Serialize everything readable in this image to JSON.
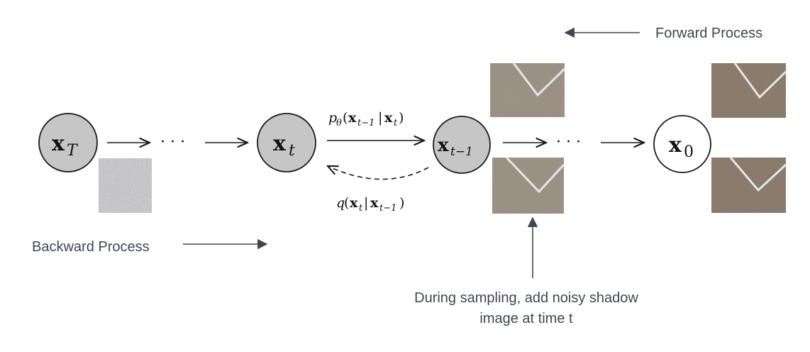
{
  "labels": {
    "forward": "Forward Process",
    "backward": "Backward Process",
    "sampling_line1": "During sampling, add noisy shadow",
    "sampling_line2": "image at time t"
  },
  "nodes": {
    "xT": {
      "base": "x",
      "sub": "T",
      "fill": "#c6c6c6"
    },
    "xt": {
      "base": "x",
      "sub": "t",
      "fill": "#c6c6c6"
    },
    "xtm1": {
      "base": "x",
      "sub": "t−1",
      "fill": "#c6c6c6"
    },
    "x0": {
      "base": "x",
      "sub": "0",
      "fill": "#ffffff"
    }
  },
  "ellipsis": "· · ·",
  "formulas": {
    "p": {
      "fn": "p",
      "fnsub": "θ",
      "open": "(",
      "a": "x",
      "asub": "t−1",
      "bar": "|",
      "b": "x",
      "bsub": "t",
      "close": ")"
    },
    "q": {
      "fn": "q",
      "open": "(",
      "a": "x",
      "asub": "t",
      "bar": "|",
      "b": "x",
      "bsub": "t−1",
      "close": ")"
    }
  },
  "colors": {
    "stroke": "#1a1a1a",
    "annotation": "#3f4752",
    "noise": "#8a8a8a",
    "ground": "#857464",
    "ground_noisy": "#8a8070",
    "edge": "#e6e6e6"
  }
}
